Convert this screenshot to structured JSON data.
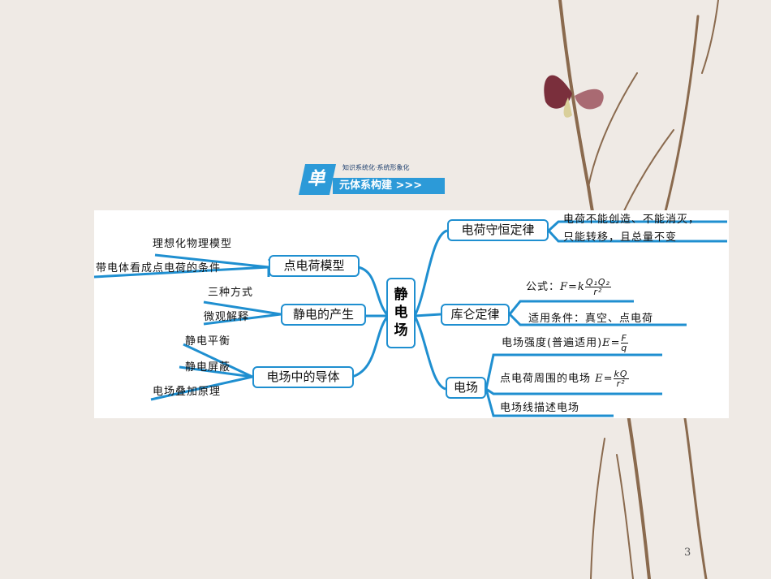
{
  "banner": {
    "subtitle": "知识系统化·系统形象化",
    "title": "元体系构建 >>>",
    "badge": "单"
  },
  "center": {
    "line1": "静",
    "line2": "电",
    "line3": "场"
  },
  "left": [
    {
      "title": "点电荷模型",
      "items": [
        "理想化物理模型",
        "带电体看成点电荷的条件"
      ]
    },
    {
      "title": "静电的产生",
      "items": [
        "三种方式",
        "微观解释"
      ]
    },
    {
      "title": "电场中的导体",
      "items": [
        "静电平衡",
        "静电屏蔽",
        "电场叠加原理"
      ]
    }
  ],
  "right": {
    "conservation": {
      "title": "电荷守恒定律",
      "line1": "电荷不能创造、不能消灭，",
      "line2": "只能转移，且总量不变"
    },
    "coulomb": {
      "title": "库仑定律",
      "formula_prefix": "公式：",
      "formula_lhs": "F=k",
      "formula_num": "Q₁Q₂",
      "formula_den": "r²",
      "condition": "适用条件：真空、点电荷"
    },
    "field": {
      "title": "电场",
      "strength_prefix": "电场强度(普遍适用)",
      "strength_lhs": "E=",
      "strength_num": "F",
      "strength_den": "q",
      "point_prefix": "点电荷周围的电场",
      "point_lhs": "E=",
      "point_num": "kQ",
      "point_den": "r²",
      "lines": "电场线描述电场"
    }
  },
  "page_number": "3",
  "colors": {
    "accent": "#1f8fd0",
    "banner": "#2c9ad8",
    "background": "#efeae5"
  }
}
